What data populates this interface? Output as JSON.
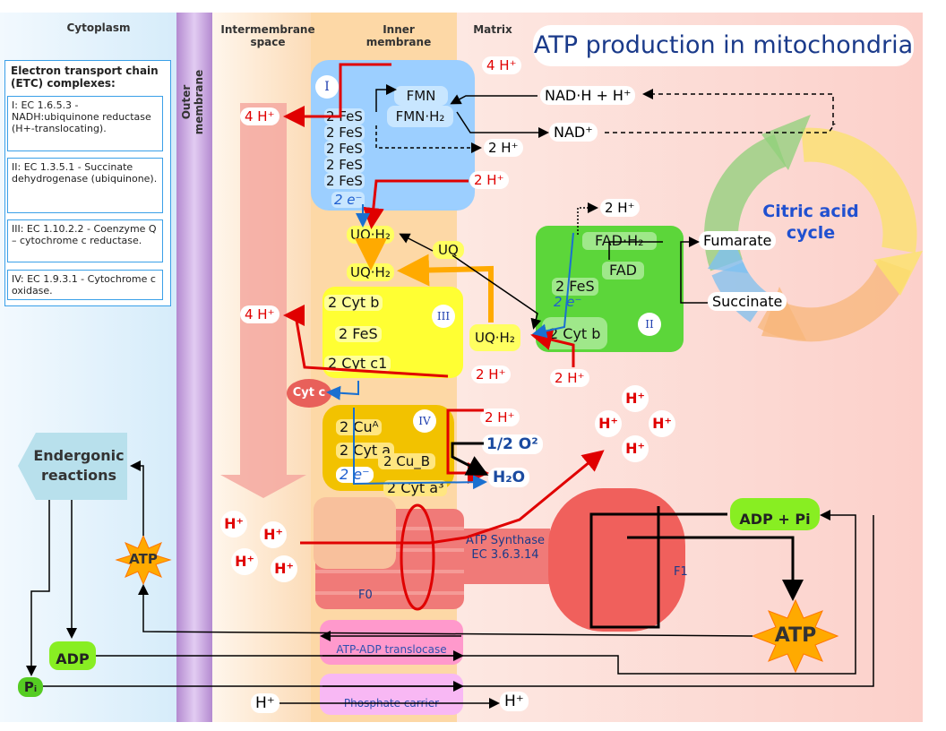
{
  "title": "ATP production in mitochondria",
  "regions": {
    "cytoplasm": "Cytoplasm",
    "outer_membrane": "Outer membrane",
    "intermembrane": "Intermembrane space",
    "inner_membrane": "Inner membrane",
    "matrix": "Matrix"
  },
  "legend": {
    "heading": "Electron transport chain (ETC) complexes:",
    "items": [
      "I: EC 1.6.5.3 - NADH:ubiquinone reductase (H+-translocating).",
      "II: EC 1.3.5.1 - Succinate dehydrogenase (ubiquinone).",
      "III: EC 1.10.2.2 - Coenzyme Q – cytochrome c reductase.",
      "IV: EC 1.9.3.1 - Cytochrome c oxidase."
    ]
  },
  "complex_I": {
    "numeral": "I",
    "fmn": "FMN",
    "fmnh2": "FMN·H₂",
    "fes": [
      "2 FeS",
      "2 FeS",
      "2 FeS",
      "2 FeS",
      "2 FeS"
    ],
    "electrons": "2 e⁻"
  },
  "complex_II": {
    "numeral": "II",
    "fadh2": "FAD·H₂",
    "fad": "FAD",
    "fes": "2 FeS",
    "electrons": "2 e⁻",
    "cytb": "2 Cyt b"
  },
  "complex_III": {
    "numeral": "III",
    "cytb": "2 Cyt b",
    "fes": "2 FeS",
    "cytc1": "2 Cyt c1"
  },
  "complex_IV": {
    "numeral": "IV",
    "cua": "2 Cuᴬ",
    "cyta": "2 Cyt a",
    "electrons": "2 e⁻",
    "cub": "2 Cu_B",
    "cyta3": "2 Cyt a³"
  },
  "molecules": {
    "uqh2_a": "UQ·H₂",
    "uq": "UQ",
    "uqh2_b": "UQ·H₂",
    "uqh2_c": "UQ·H₂",
    "cytc": "Cyt c",
    "nadh": "NAD·H + H⁺",
    "nad": "NAD⁺",
    "fumarate": "Fumarate",
    "succinate": "Succinate",
    "o2": "1/2 O²",
    "h2o": "H₂O",
    "adp_pi": "ADP + Pi",
    "atp_matrix": "ATP",
    "atp_cyto": "ATP",
    "adp_cyto": "ADP",
    "pi_cyto": "Pᵢ",
    "endergonic": "Endergonic reactions"
  },
  "protons": {
    "i_out": "4 H⁺",
    "i_in": "4 H⁺",
    "i_2h": "2 H⁺",
    "i_2h_red": "2 H⁺",
    "iii_out": "4 H⁺",
    "iii_2h": "2 H⁺",
    "ii_2h_top": "2 H⁺",
    "ii_2h_bottom": "2 H⁺",
    "iv_2h": "2 H⁺",
    "h": "H⁺",
    "h_bottom_left": "H⁺",
    "h_bottom_right": "H⁺"
  },
  "citric_acid_cycle": "Citric acid cycle",
  "atp_synthase": {
    "label": "ATP Synthase EC 3.6.3.14",
    "f0": "F0",
    "f1": "F1"
  },
  "transporters": {
    "translocase": "ATP-ADP translocase",
    "phosphate": "Phosphate carrier"
  },
  "colors": {
    "complex_I": "#9ccfff",
    "complex_II": "#5cd63a",
    "complex_III": "#ffff33",
    "complex_IV": "#f2c200",
    "proton": "#e00000",
    "title": "#1a3a8a"
  }
}
